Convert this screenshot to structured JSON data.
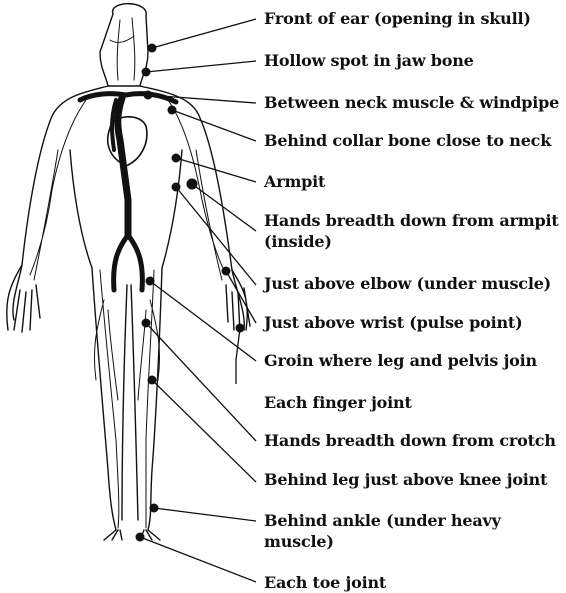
{
  "diagram": {
    "labels": [
      {
        "id": "front-of-ear",
        "text": "Front of ear (opening in skull)"
      },
      {
        "id": "jaw-bone",
        "text": "Hollow spot in jaw bone"
      },
      {
        "id": "neck-windpipe",
        "text": "Between neck muscle & windpipe"
      },
      {
        "id": "collar-bone",
        "text": "Behind collar bone close to neck"
      },
      {
        "id": "armpit",
        "text": "Armpit"
      },
      {
        "id": "below-armpit-1",
        "text": "Hands breadth down from armpit"
      },
      {
        "id": "below-armpit-2",
        "text": "(inside)"
      },
      {
        "id": "above-elbow",
        "text": "Just above elbow (under muscle)"
      },
      {
        "id": "above-wrist",
        "text": "Just above wrist (pulse point)"
      },
      {
        "id": "groin",
        "text": "Groin where leg and pelvis join"
      },
      {
        "id": "finger-joint",
        "text": "Each finger joint"
      },
      {
        "id": "below-crotch",
        "text": "Hands breadth down from crotch"
      },
      {
        "id": "behind-knee",
        "text": "Behind leg just above knee joint"
      },
      {
        "id": "behind-ankle-1",
        "text": "Behind ankle (under heavy"
      },
      {
        "id": "behind-ankle-2",
        "text": "muscle)"
      },
      {
        "id": "toe-joint",
        "text": "Each toe joint"
      }
    ],
    "colors": {
      "ink": "#111111",
      "body_fill": "#ffffff",
      "dot": "#111111"
    }
  }
}
